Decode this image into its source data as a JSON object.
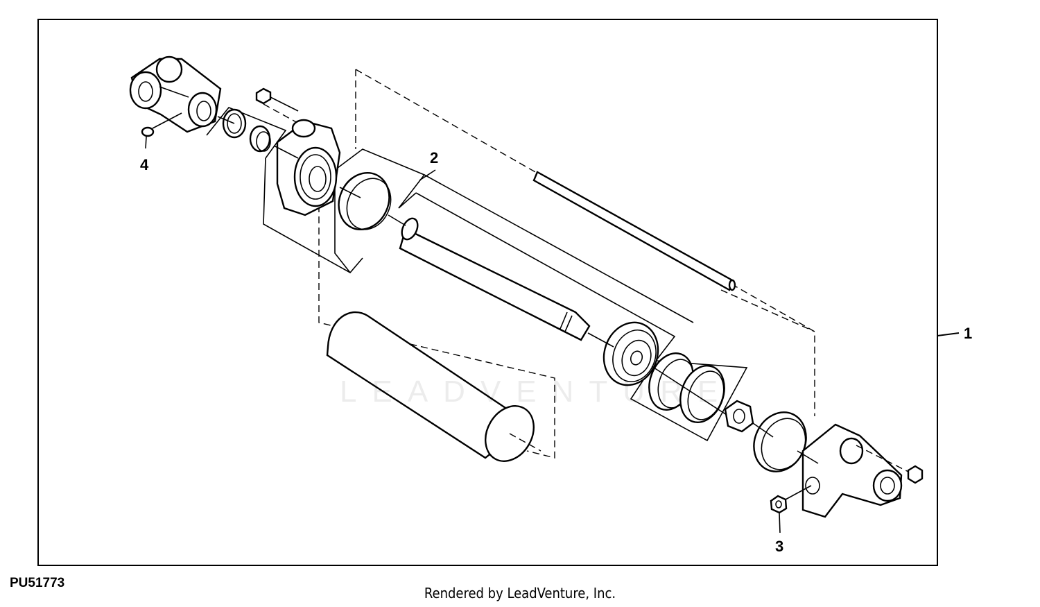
{
  "diagram": {
    "callouts": [
      {
        "id": "1",
        "label": "1"
      },
      {
        "id": "2",
        "label": "2"
      },
      {
        "id": "3",
        "label": "3"
      },
      {
        "id": "4",
        "label": "4"
      }
    ],
    "figure_id": "PU51773",
    "credit": "Rendered by LeadVenture, Inc.",
    "watermark": "LEADVENTURE",
    "colors": {
      "line": "#000000",
      "background": "#ffffff"
    },
    "parts": [
      {
        "name": "rod-end-clevis-icon"
      },
      {
        "name": "rod-gland-icon"
      },
      {
        "name": "barrel-tube-icon"
      },
      {
        "name": "piston-rod-icon"
      },
      {
        "name": "tie-rod-icon"
      },
      {
        "name": "piston-icon"
      },
      {
        "name": "base-end-cap-icon"
      }
    ]
  }
}
